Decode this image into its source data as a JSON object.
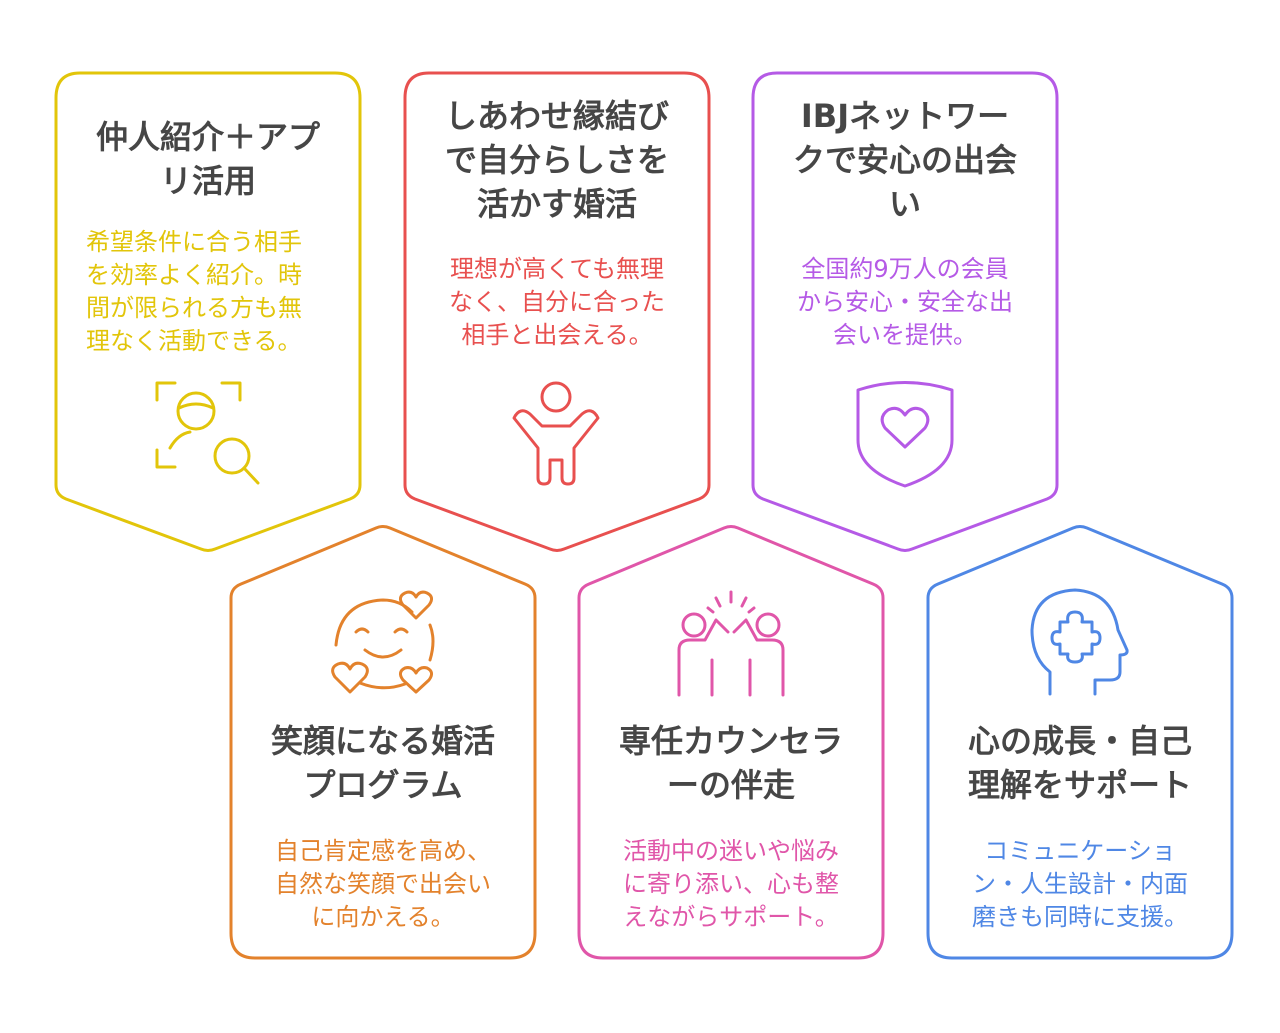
{
  "colors": {
    "yellow": "#e2c50a",
    "red": "#e8504f",
    "purple": "#b55ae6",
    "orange": "#e3822c",
    "pink": "#e056a9",
    "blue": "#4f87e5",
    "title": "#464646"
  },
  "cards": [
    {
      "title": [
        "仲人紹介＋アプ",
        "リ活用"
      ],
      "desc": [
        "希望条件に合う相手",
        "を効率よく紹介。時",
        "間が限られる方も無",
        "理なく活動できる。"
      ],
      "icon": "face-search-icon"
    },
    {
      "title": [
        "しあわせ縁結び",
        "で自分らしさを",
        "活かす婚活"
      ],
      "desc": [
        "理想が高くても無理",
        "なく、自分に合った",
        "相手と出会える。"
      ],
      "icon": "person-cheering-icon"
    },
    {
      "title": [
        "IBJネットワー",
        "クで安心の出会",
        "い"
      ],
      "desc": [
        "全国約9万人の会員",
        "から安心・安全な出",
        "会いを提供。"
      ],
      "icon": "shield-heart-icon"
    },
    {
      "title": [
        "笑顔になる婚活",
        "プログラム"
      ],
      "desc": [
        "自己肯定感を高め、",
        "自然な笑顔で出会い",
        "に向かえる。"
      ],
      "icon": "smiley-hearts-icon"
    },
    {
      "title": [
        "専任カウンセラ",
        "ーの伴走"
      ],
      "desc": [
        "活動中の迷いや悩み",
        "に寄り添い、心も整",
        "えながらサポート。"
      ],
      "icon": "high-five-icon"
    },
    {
      "title": [
        "心の成長・自己",
        "理解をサポート"
      ],
      "desc": [
        "コミュニケーショ",
        "ン・人生設計・内面",
        "磨きも同時に支援。"
      ],
      "icon": "head-puzzle-icon"
    }
  ]
}
